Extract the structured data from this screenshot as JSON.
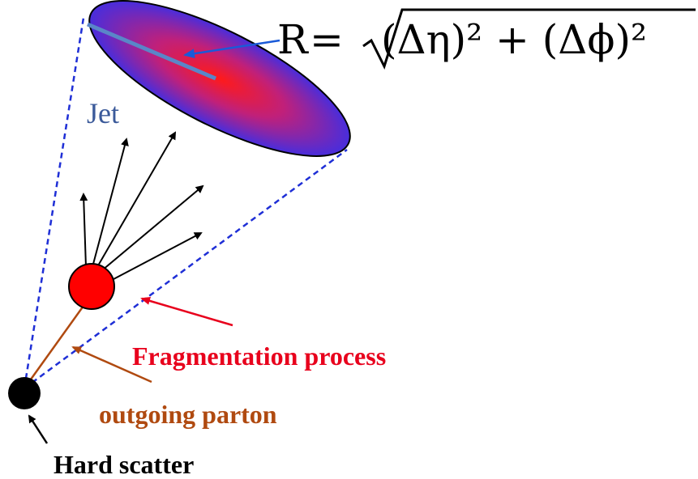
{
  "labels": {
    "jet": "Jet",
    "fragmentation": "Fragmentation process",
    "parton": "outgoing parton",
    "hard_scatter": "Hard scatter"
  },
  "formula": {
    "lhs": "R",
    "equals": "=",
    "radicand": "(Δη)² + (Δϕ)²"
  },
  "colors": {
    "jet_text": "#3b5a9a",
    "fragmentation_text": "#e8001c",
    "parton_text": "#b04a10",
    "cone_lines": "#1f2fd6",
    "radius_arrow": "#1a5ad8",
    "fragment_ball": "#ff0000",
    "scatter_point": "#000000"
  }
}
